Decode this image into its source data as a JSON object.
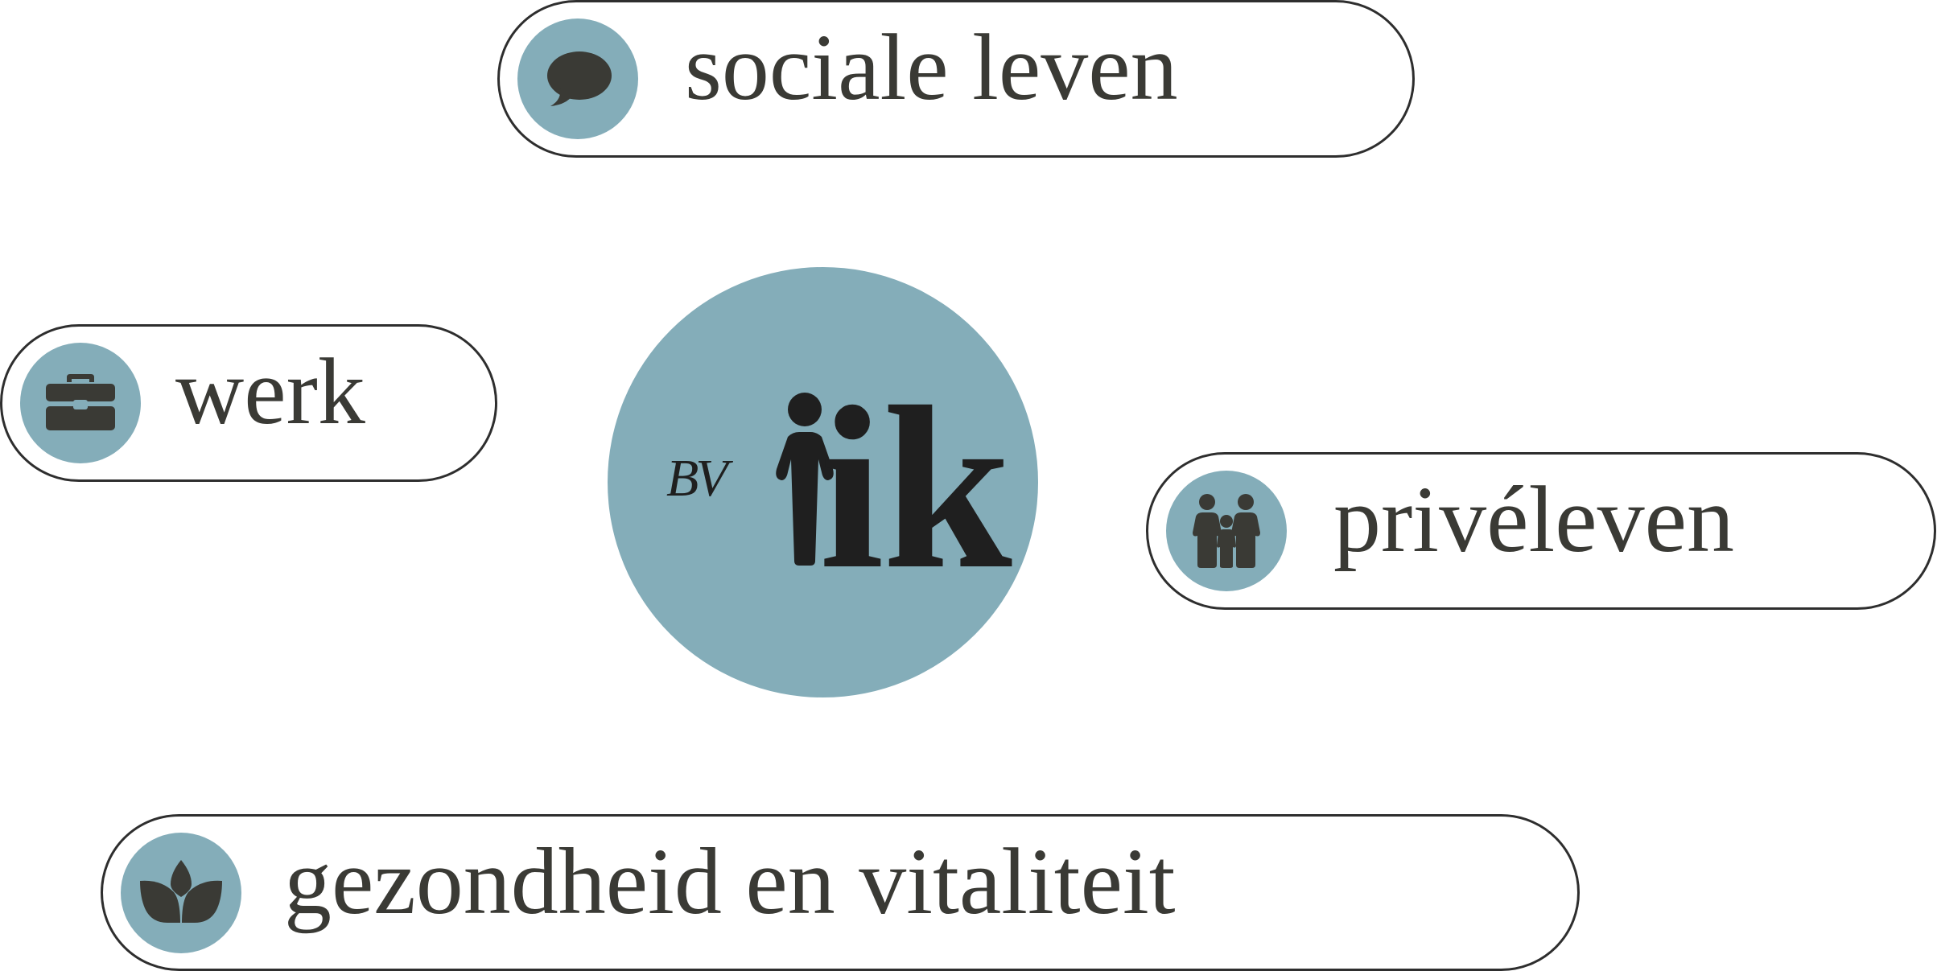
{
  "diagram": {
    "center": {
      "prefix": "BV",
      "word": "ik",
      "icon": "person-icon",
      "accent": "#84adb9"
    },
    "nodes": [
      {
        "id": "sociale-leven",
        "label": "sociale leven",
        "icon": "speech-bubble-icon"
      },
      {
        "id": "werk",
        "label": "werk",
        "icon": "briefcase-icon"
      },
      {
        "id": "priveleven",
        "label": "privéleven",
        "icon": "family-icon"
      },
      {
        "id": "gezondheid",
        "label": "gezondheid en vitaliteit",
        "icon": "lotus-icon"
      }
    ],
    "colors": {
      "badge": "#84adb9",
      "icon": "#3a3a35",
      "border": "#2e2e2e",
      "text": "#3a3a35"
    }
  }
}
